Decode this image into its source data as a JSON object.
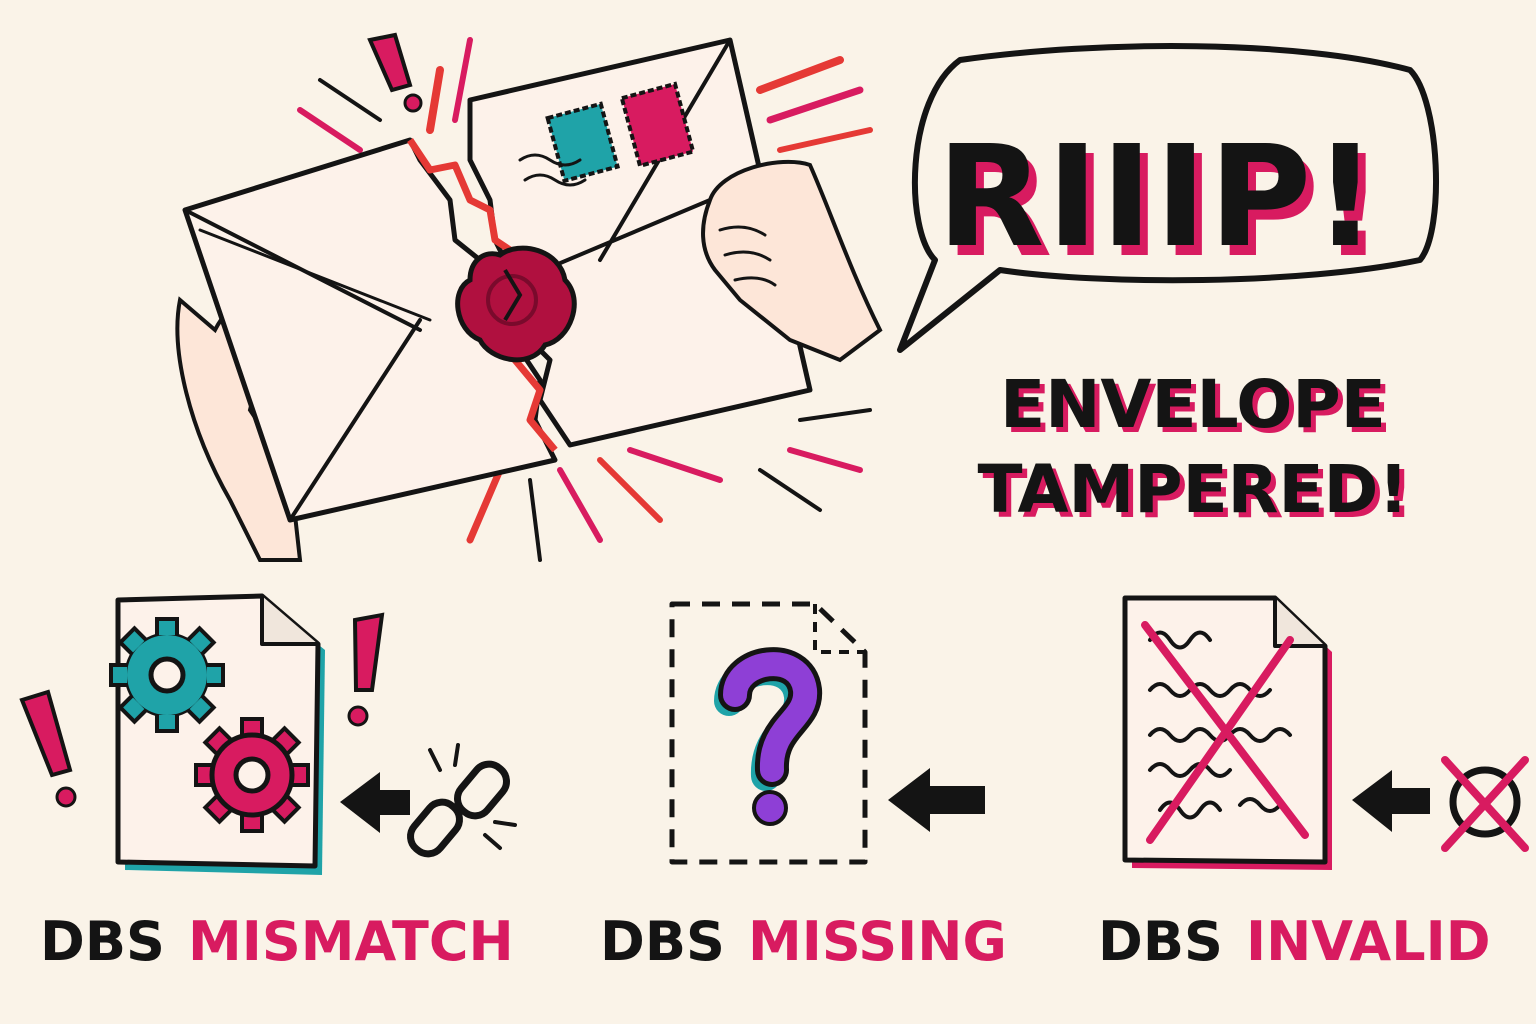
{
  "colors": {
    "background": "#faf3e8",
    "ink": "#141414",
    "accent_pink": "#d81b60",
    "accent_red": "#e53935",
    "accent_teal": "#1fa3a8",
    "accent_purple": "#8e3fd6",
    "seal": "#b0103f",
    "paper": "#fdf2ea",
    "skin": "#fde6d8"
  },
  "hero": {
    "sound_effect": "RIIIP!",
    "headline_line1": "ENVELOPE",
    "headline_line2": "TAMPERED!",
    "icons": [
      "torn-envelope-icon",
      "wax-seal-icon",
      "postage-stamp-icon",
      "hand-icon",
      "speech-bubble-icon",
      "exclamation-icon"
    ]
  },
  "cases": [
    {
      "prefix": "DBS",
      "status": "MISMATCH",
      "doc_icon": "document-with-gears-icon",
      "arrow_icon": "arrow-left-icon",
      "cause_icon": "broken-link-icon"
    },
    {
      "prefix": "DBS",
      "status": "MISSING",
      "doc_icon": "missing-document-question-icon",
      "arrow_icon": "arrow-left-icon",
      "cause_icon": ""
    },
    {
      "prefix": "DBS",
      "status": "INVALID",
      "doc_icon": "crossed-out-document-icon",
      "arrow_icon": "arrow-left-icon",
      "cause_icon": "x-circle-icon"
    }
  ]
}
